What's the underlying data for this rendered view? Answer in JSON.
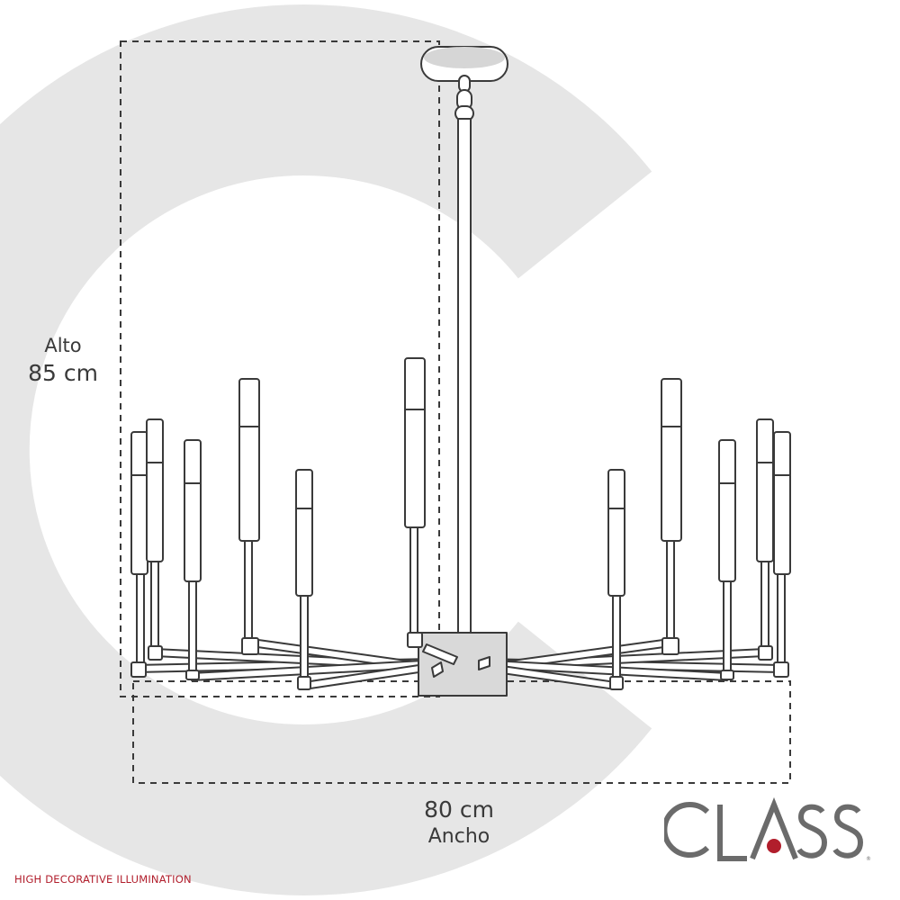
{
  "dimensions": {
    "height_word": "Alto",
    "height_value": "85 cm",
    "width_value": "80 cm",
    "width_word": "Ancho"
  },
  "brand": {
    "wordmark": "CLASS",
    "tagline": "HIGH DECORATIVE ILLUMINATION",
    "mark": "®",
    "accent_color": "#b11e2c",
    "wordmark_color": "#6b6b6b"
  },
  "watermark": {
    "letter": "C",
    "color": "#e6e6e6"
  },
  "illustration": {
    "subject": "chandelier",
    "line_color": "#3a3a3a",
    "fill_color": "#d9d9d9"
  }
}
